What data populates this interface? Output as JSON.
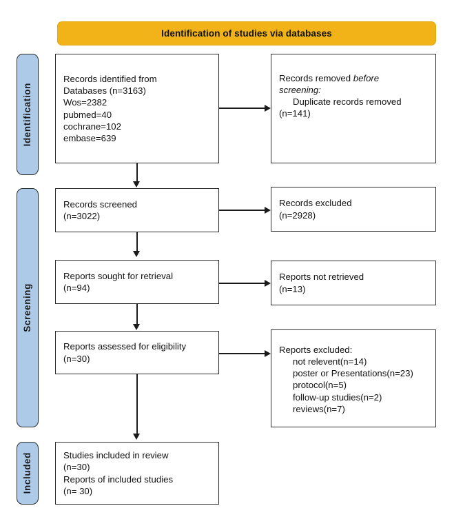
{
  "diagram": {
    "title": "Identification of studies via databases",
    "colors": {
      "banner": "#F2B319",
      "phase_bar": "#ADCBE8",
      "box_border": "#2b2b2b",
      "text": "#111111"
    },
    "phases": [
      {
        "id": "identification",
        "label": "Identification"
      },
      {
        "id": "screening",
        "label": "Screening"
      },
      {
        "id": "included",
        "label": "Included"
      }
    ],
    "boxes": {
      "records_identified": {
        "lines": [
          "Records identified from",
          "Databases (n=3163)",
          "Wos=2382",
          "pubmed=40",
          "cochrane=102",
          "embase=639"
        ]
      },
      "records_removed": {
        "line1": "Records removed ",
        "line1_italic": "before",
        "line2_italic": "screening:",
        "line3": "Duplicate records removed",
        "line4": "(n=141)"
      },
      "records_screened": {
        "line1": "Records screened",
        "line2": "(n=3022)"
      },
      "records_excluded": {
        "line1": "Records excluded",
        "line2": "(n=2928)"
      },
      "reports_sought": {
        "line1": "Reports sought for retrieval",
        "line2": "(n=94)"
      },
      "reports_not_retrieved": {
        "line1": "Reports not retrieved",
        "line2": "(n=13)"
      },
      "reports_assessed": {
        "line1": "Reports assessed for eligibility",
        "line2": "(n=30)"
      },
      "reports_excluded": {
        "heading": "Reports excluded:",
        "reasons": [
          "not relevent(n=14)",
          "poster or Presentations(n=23)",
          "protocol(n=5)",
          "follow-up studies(n=2)",
          "reviews(n=7)"
        ]
      },
      "studies_included": {
        "line1": "Studies included in review",
        "line2": "(n=30)",
        "line3": "Reports of included studies",
        "line4": "(n= 30)"
      }
    }
  },
  "chart_data": {
    "type": "diagram",
    "title": "Identification of studies via databases",
    "nodes": [
      {
        "id": "records_identified",
        "phase": "Identification",
        "label": "Records identified from Databases",
        "n": 3163,
        "sources": [
          {
            "name": "Wos",
            "n": 2382
          },
          {
            "name": "pubmed",
            "n": 40
          },
          {
            "name": "cochrane",
            "n": 102
          },
          {
            "name": "embase",
            "n": 639
          }
        ]
      },
      {
        "id": "records_removed",
        "phase": "Identification",
        "label": "Records removed before screening: Duplicate records removed",
        "n": 141
      },
      {
        "id": "records_screened",
        "phase": "Screening",
        "label": "Records screened",
        "n": 3022
      },
      {
        "id": "records_excluded",
        "phase": "Screening",
        "label": "Records excluded",
        "n": 2928
      },
      {
        "id": "reports_sought",
        "phase": "Screening",
        "label": "Reports sought for retrieval",
        "n": 94
      },
      {
        "id": "reports_not_retrieved",
        "phase": "Screening",
        "label": "Reports not retrieved",
        "n": 13
      },
      {
        "id": "reports_assessed",
        "phase": "Screening",
        "label": "Reports assessed for eligibility",
        "n": 30
      },
      {
        "id": "reports_excluded",
        "phase": "Screening",
        "label": "Reports excluded",
        "reasons": [
          {
            "name": "not relevent",
            "n": 14
          },
          {
            "name": "poster or Presentations",
            "n": 23
          },
          {
            "name": "protocol",
            "n": 5
          },
          {
            "name": "follow-up studies",
            "n": 2
          },
          {
            "name": "reviews",
            "n": 7
          }
        ]
      },
      {
        "id": "studies_included",
        "phase": "Included",
        "label": "Studies included in review",
        "n": 30,
        "reports_n": 30
      }
    ],
    "edges": [
      {
        "from": "records_identified",
        "to": "records_removed",
        "direction": "right"
      },
      {
        "from": "records_identified",
        "to": "records_screened",
        "direction": "down"
      },
      {
        "from": "records_screened",
        "to": "records_excluded",
        "direction": "right"
      },
      {
        "from": "records_screened",
        "to": "reports_sought",
        "direction": "down"
      },
      {
        "from": "reports_sought",
        "to": "reports_not_retrieved",
        "direction": "right"
      },
      {
        "from": "reports_sought",
        "to": "reports_assessed",
        "direction": "down"
      },
      {
        "from": "reports_assessed",
        "to": "reports_excluded",
        "direction": "right"
      },
      {
        "from": "reports_assessed",
        "to": "studies_included",
        "direction": "down"
      }
    ]
  }
}
